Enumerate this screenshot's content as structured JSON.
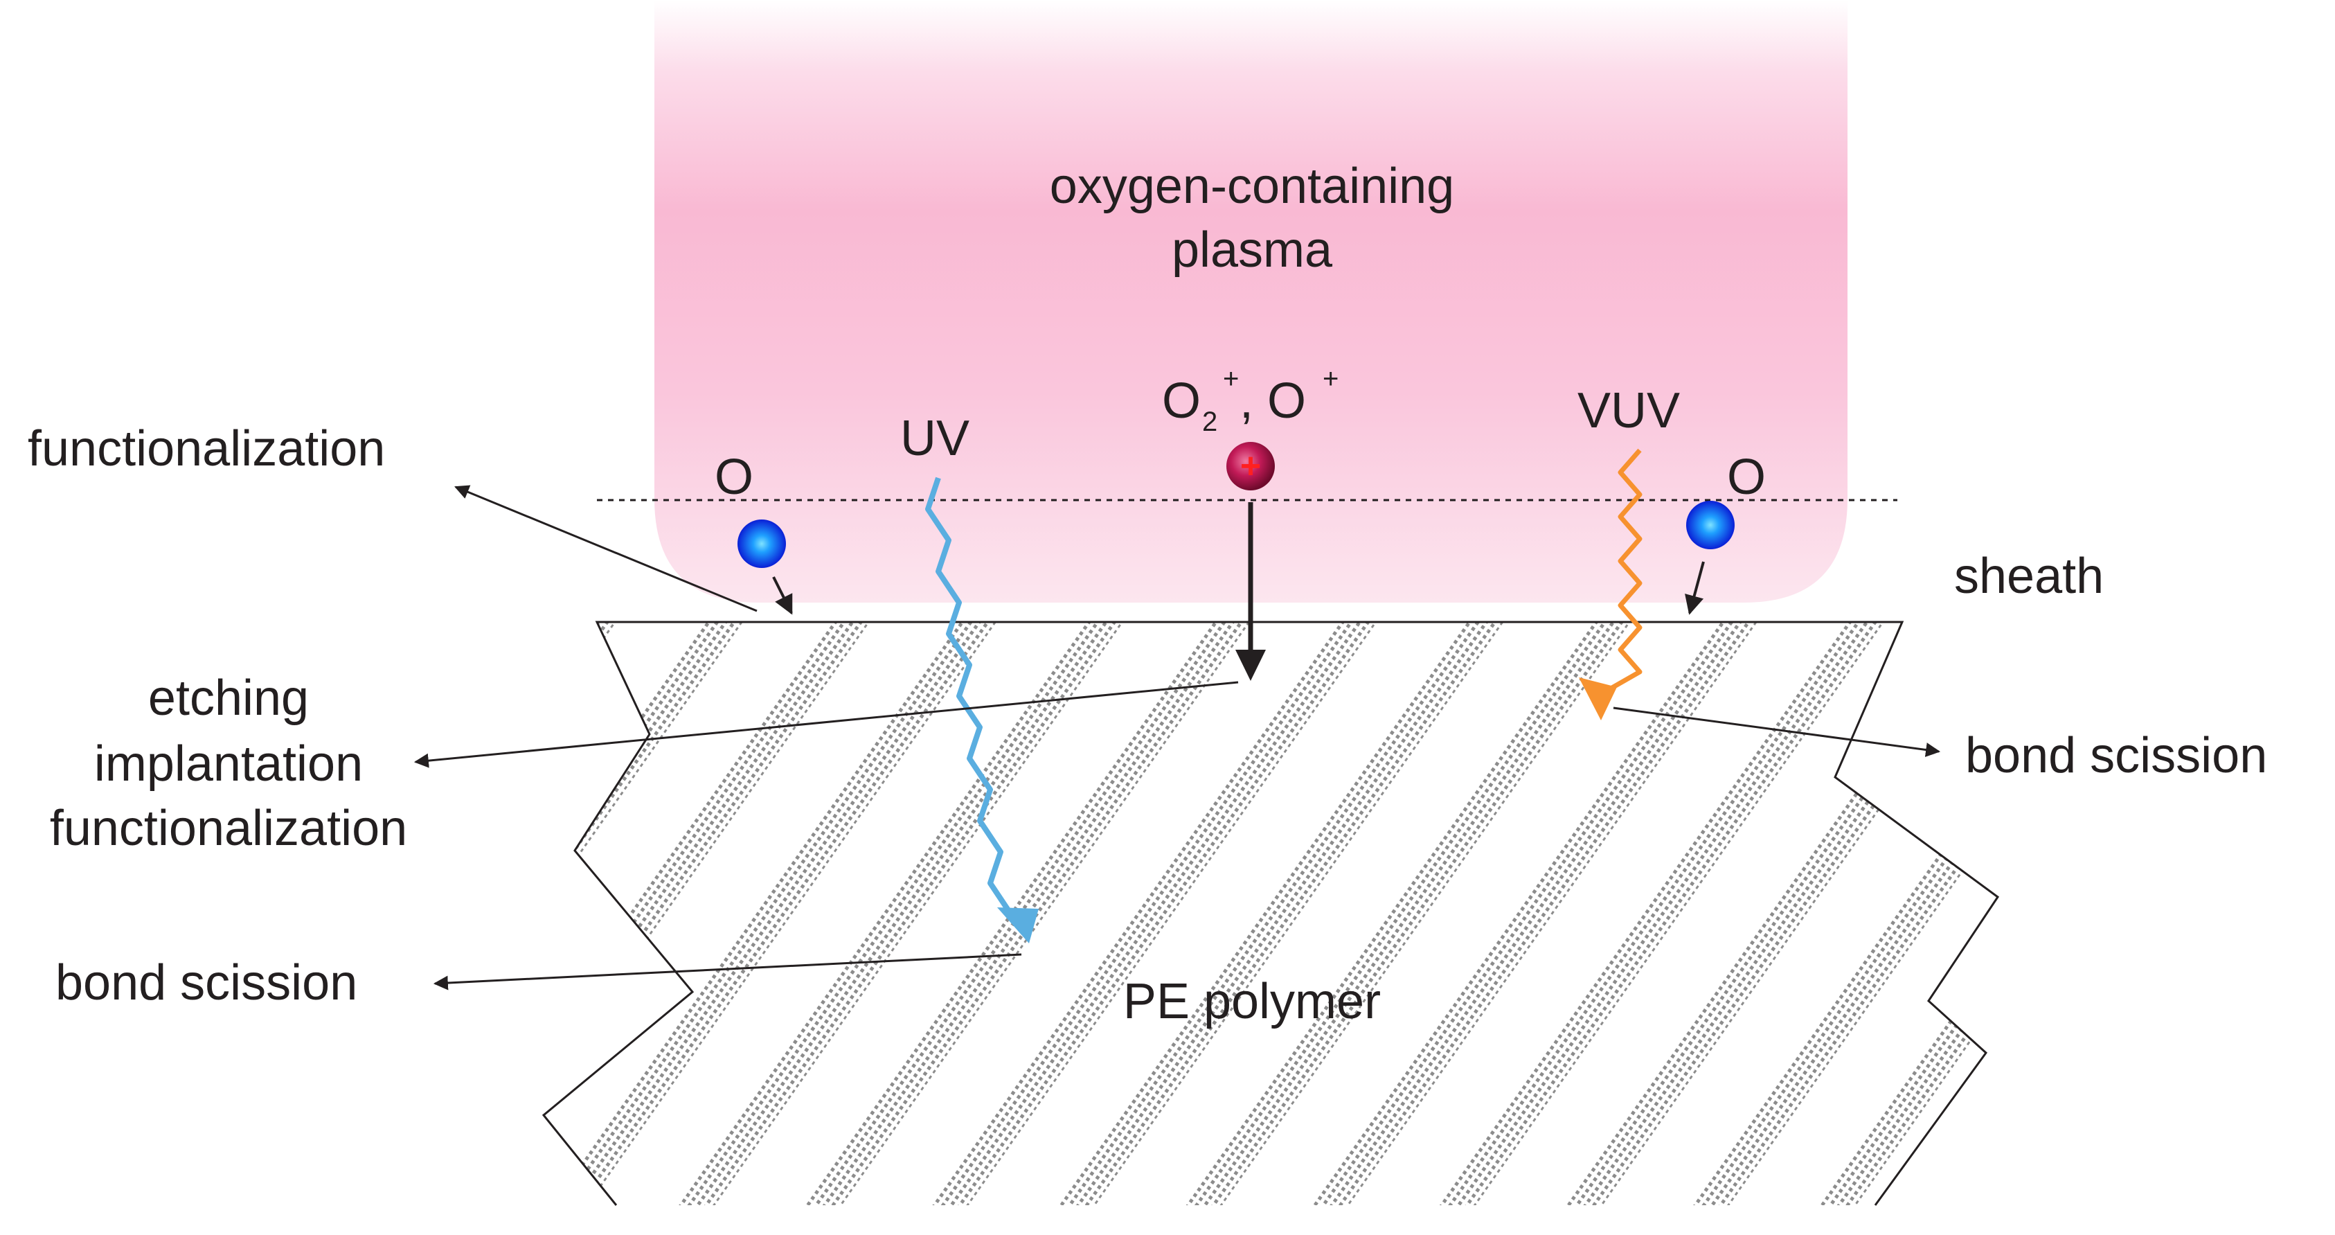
{
  "plasma": {
    "title_line1": "oxygen-containing",
    "title_line2": "plasma",
    "color": "#f9b9d3"
  },
  "region_labels": {
    "sheath": "sheath",
    "polymer": "PE polymer"
  },
  "species": {
    "o_left": "O",
    "o_right": "O",
    "uv": "UV",
    "vuv": "VUV",
    "ion_O2": "O",
    "ion_sub": "2",
    "ion_sup1": "+",
    "ion_sep": ", O",
    "ion_sup2": "+",
    "ion_symbol": "+"
  },
  "effects": {
    "functionalization_top": "functionalization",
    "ion_effects": [
      "etching",
      "implantation",
      "functionalization"
    ],
    "bond_scission_left": "bond scission",
    "bond_scission_right": "bond scission"
  },
  "colors": {
    "oxygen_atom": "#1a3cff",
    "ion": "#b0124a",
    "uv_arrow": "#5aaee0",
    "vuv_arrow": "#f7922f",
    "text": "#231f20",
    "hatch": "#8c8c8c"
  }
}
